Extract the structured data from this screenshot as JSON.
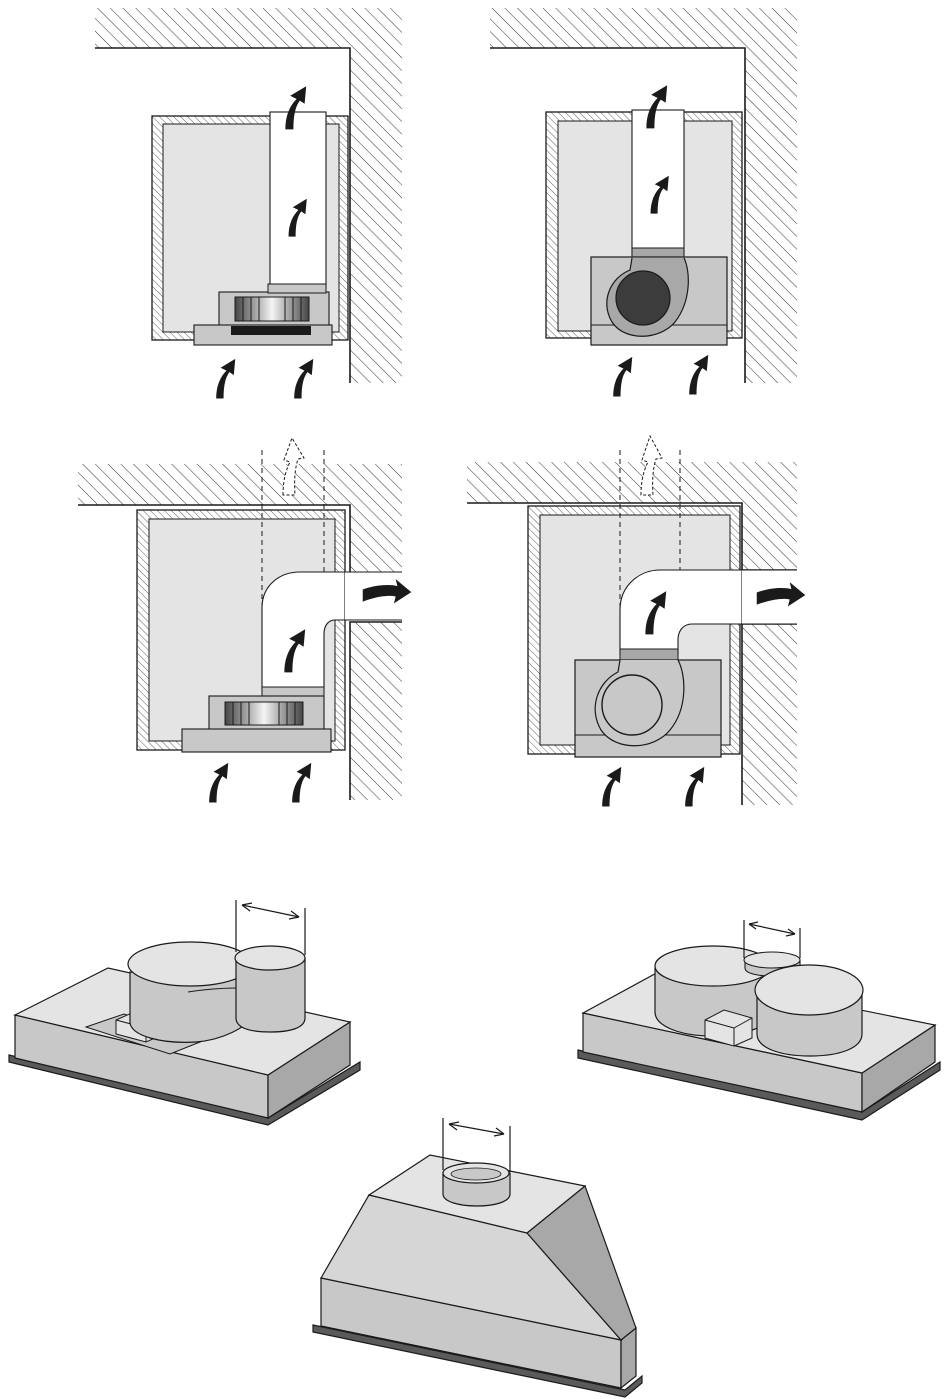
{
  "colors": {
    "background": "#ffffff",
    "line": "#1a1a1a",
    "cabinet_fill": "#e4e4e4",
    "unit_fill": "#c8c8c8",
    "unit_dark": "#a8a8a8",
    "motor_dark": "#3c3c3c",
    "arrow": "#1a1a1a"
  },
  "panels": [
    {
      "id": "p1",
      "motor": "flat-fan",
      "exhaust": "vertical"
    },
    {
      "id": "p2",
      "motor": "round-blower",
      "exhaust": "vertical"
    },
    {
      "id": "p3",
      "motor": "flat-fan",
      "exhaust": "horizontal",
      "alternative_exhaust": "vertical-dashed"
    },
    {
      "id": "p4",
      "motor": "round-blower",
      "exhaust": "horizontal",
      "alternative_exhaust": "vertical-dashed"
    }
  ],
  "units": [
    {
      "id": "u1",
      "type": "single-blower-insert",
      "dimension_arrow": true
    },
    {
      "id": "u2",
      "type": "twin-blower-insert",
      "dimension_arrow": true
    },
    {
      "id": "u3",
      "type": "canopy-insert",
      "dimension_arrow": true
    }
  ],
  "icons": [
    "airflow-arrow-icon",
    "dashed-airflow-arrow-icon",
    "dimension-arrow-icon"
  ]
}
